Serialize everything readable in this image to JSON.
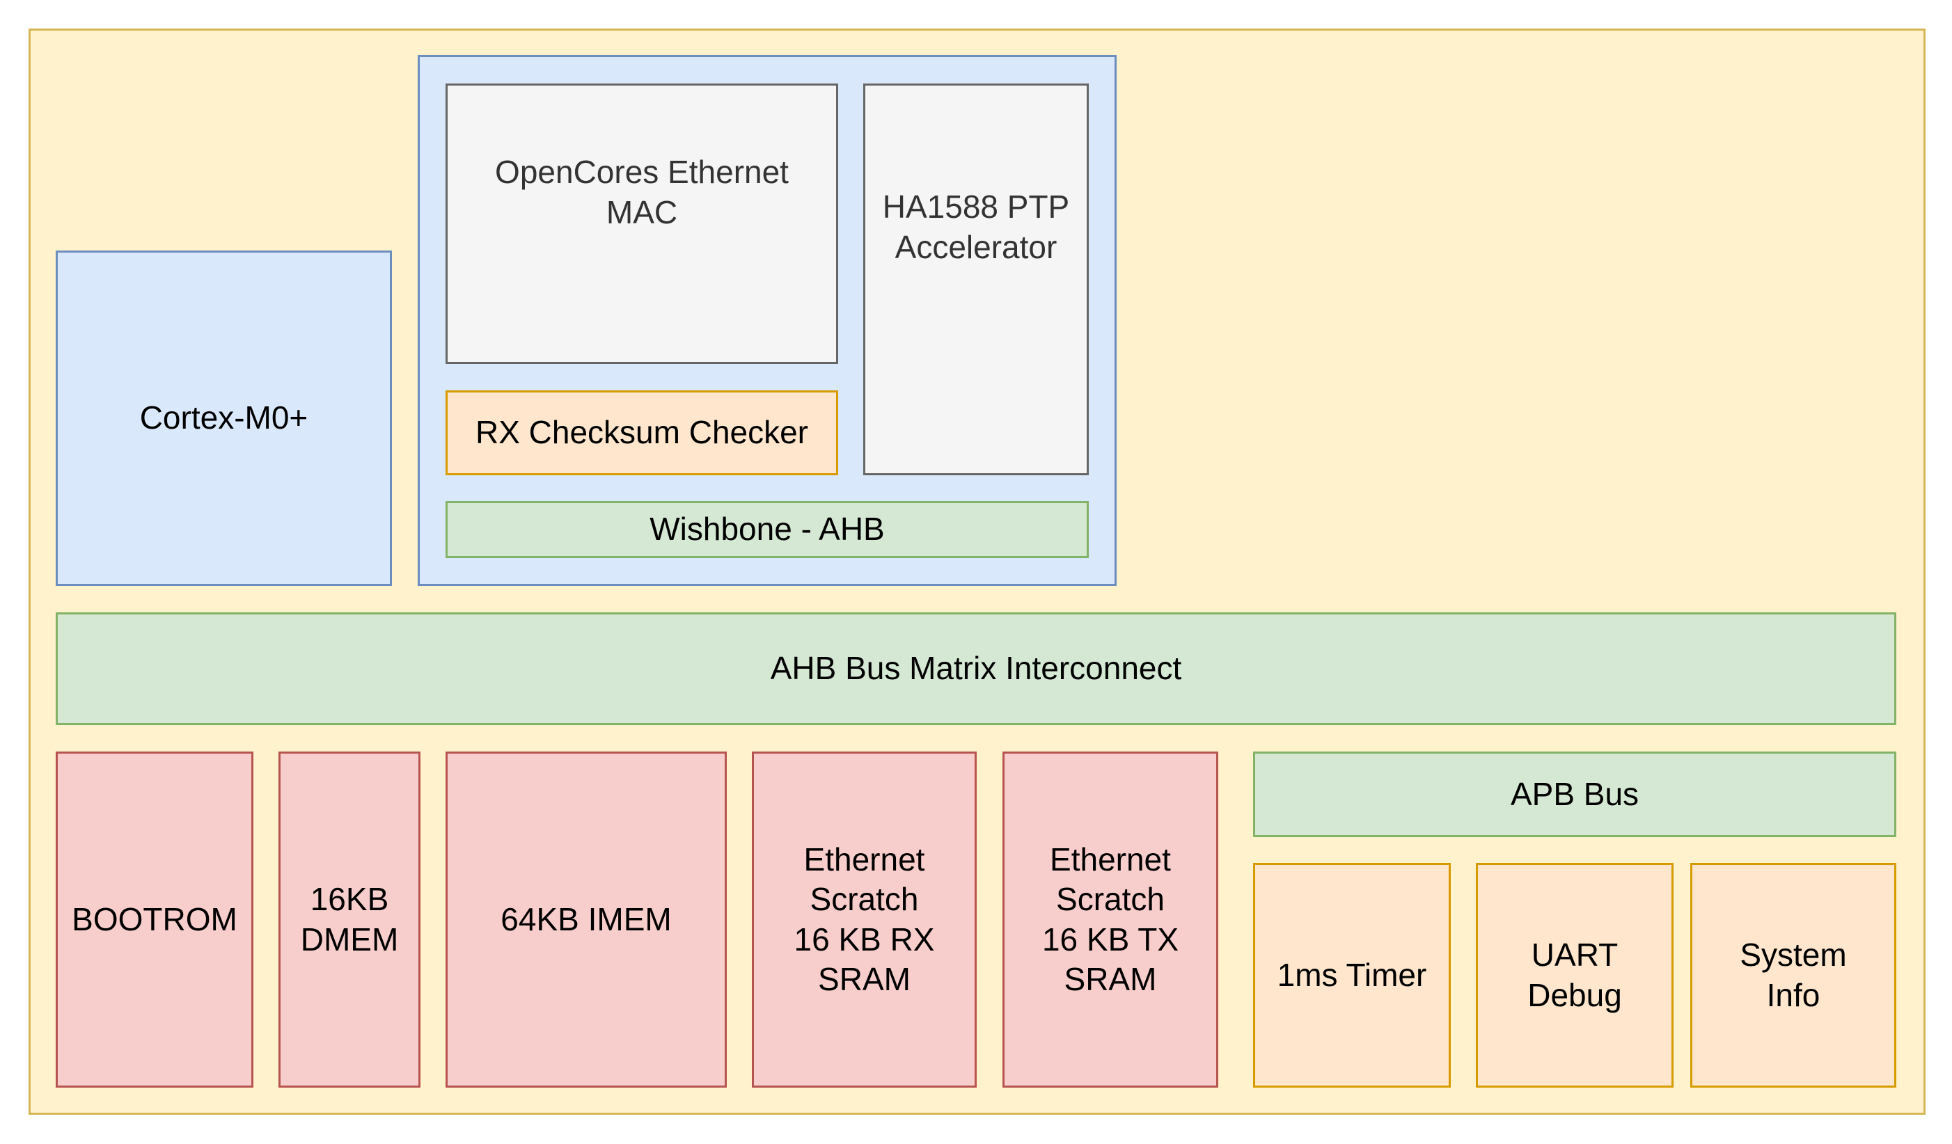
{
  "blocks": {
    "cortex": "Cortex-M0+",
    "ethernet_mac": "OpenCores Ethernet\nMAC",
    "ptp_accelerator": "HA1588 PTP\nAccelerator",
    "rx_checksum": "RX Checksum Checker",
    "wishbone_ahb": "Wishbone - AHB",
    "ahb_bus_matrix": "AHB Bus Matrix Interconnect",
    "bootrom": "BOOTROM",
    "dmem": "16KB\nDMEM",
    "imem": "64KB IMEM",
    "eth_rx_sram": "Ethernet\nScratch\n16 KB RX\nSRAM",
    "eth_tx_sram": "Ethernet\nScratch\n16 KB TX\nSRAM",
    "apb_bus": "APB Bus",
    "timer": "1ms Timer",
    "uart": "UART\nDebug",
    "sysinfo": "System\nInfo"
  },
  "colors": {
    "soc_fill": "#fff2cc",
    "soc_stroke": "#d6b656",
    "blue_fill": "#dae8fc",
    "blue_stroke": "#6c8ebf",
    "gray_fill": "#f5f5f5",
    "gray_stroke": "#666666",
    "orange_fill": "#ffe6cc",
    "orange_stroke": "#d79b00",
    "green_fill": "#d5e8d4",
    "green_stroke": "#82b366",
    "red_fill": "#f8cecc",
    "red_stroke": "#b85450"
  }
}
